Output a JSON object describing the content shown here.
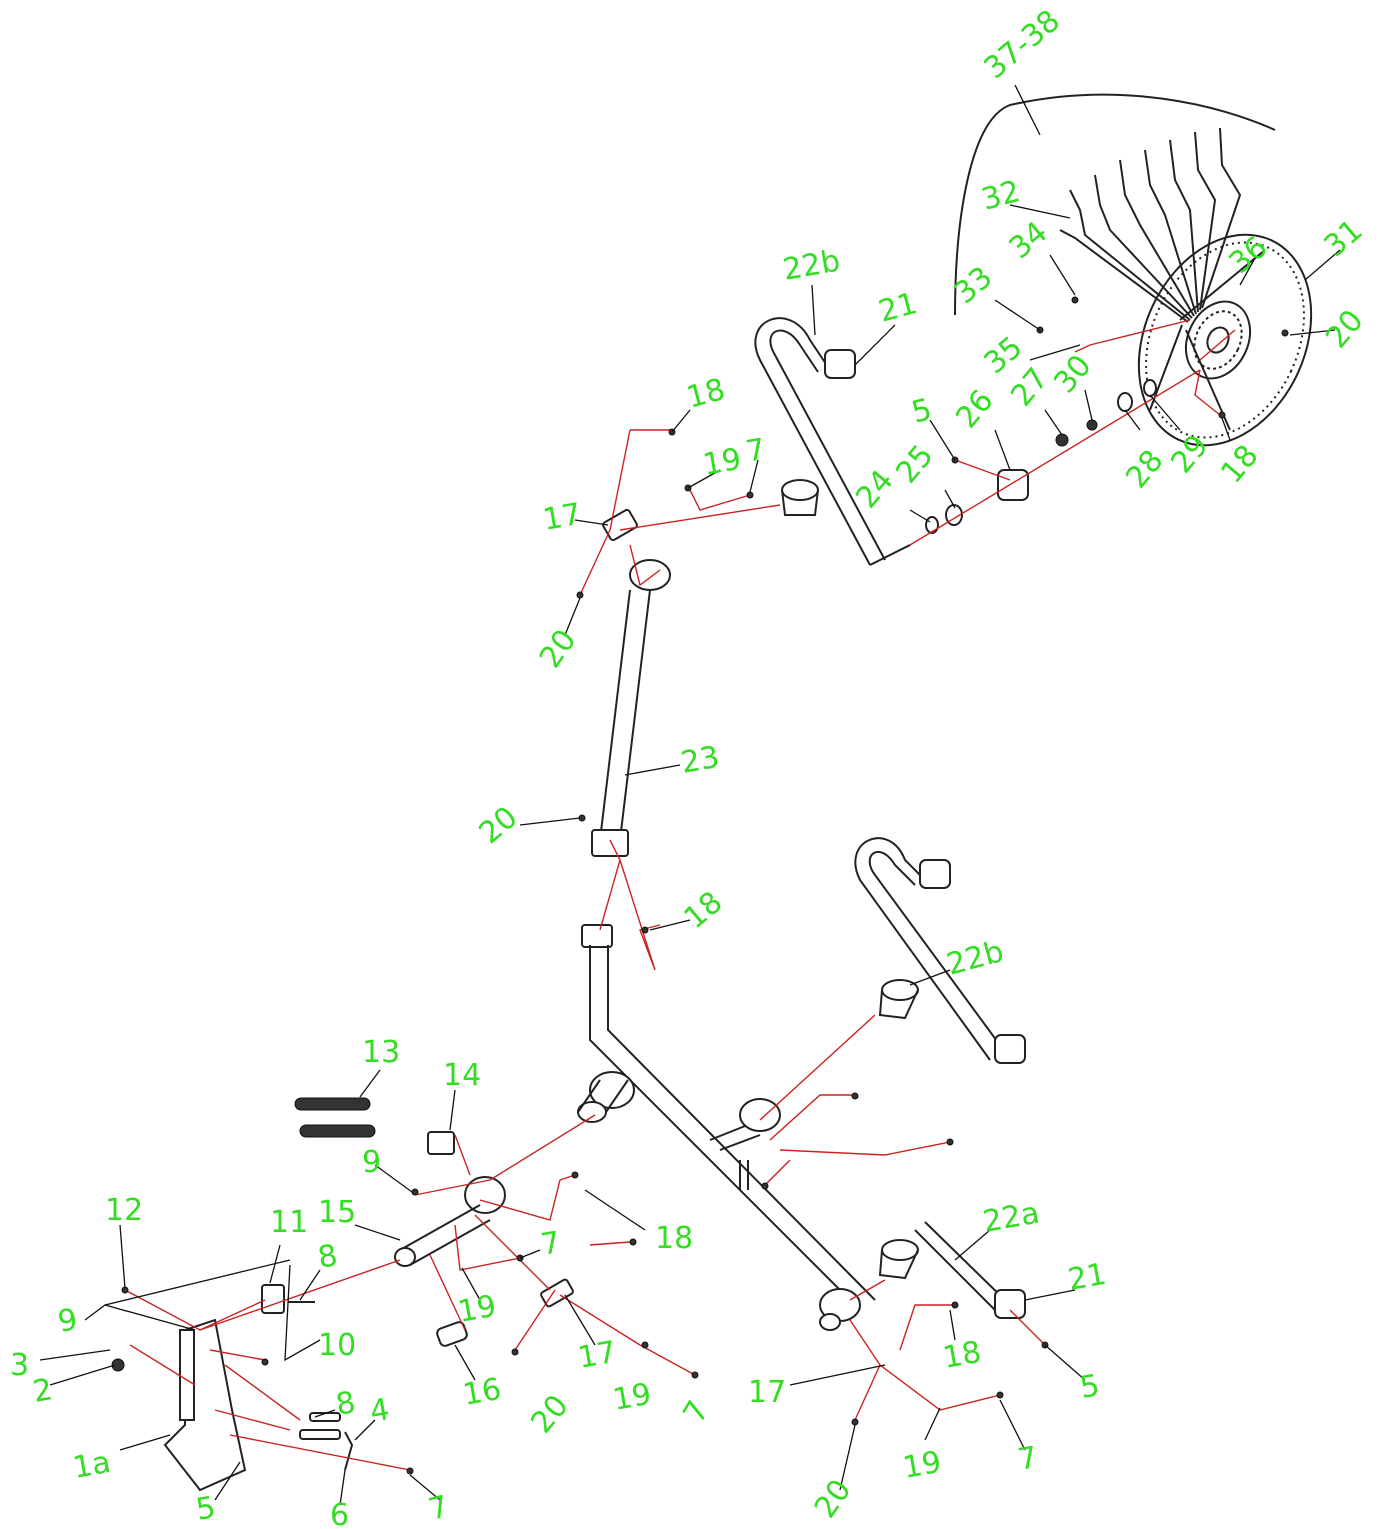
{
  "colors": {
    "callout": "#33dd22",
    "assembly_line": "#cc2222",
    "part_outline": "#222222"
  },
  "callouts": {
    "c37_38": "37-38",
    "c32": "32",
    "c34": "34",
    "c36": "36",
    "c31": "31",
    "c33": "33",
    "c35": "35",
    "c20_top": "20",
    "c22b_top": "22b",
    "c21_top": "21",
    "c18_top": "18",
    "c5_top": "5",
    "c26": "26",
    "c27": "27",
    "c30": "30",
    "c19_top": "19",
    "c7_top": "7",
    "c25": "25",
    "c24": "24",
    "c28": "28",
    "c29": "29",
    "c18_right": "18",
    "c17_top": "17",
    "c20_upper": "20",
    "c23": "23",
    "c20_mid": "20",
    "c18_mid": "18",
    "c22b_mid": "22b",
    "c13": "13",
    "c14": "14",
    "c9_mid": "9",
    "c15": "15",
    "c18_lower": "18",
    "c7_mid": "7",
    "c12": "12",
    "c11": "11",
    "c8_upper": "8",
    "c19_mid": "19",
    "c9_left": "9",
    "c10": "10",
    "c3": "3",
    "c2": "2",
    "c8_lower": "8",
    "c4": "4",
    "c16": "16",
    "c20_low": "20",
    "c17_mid": "17",
    "c19_low": "19",
    "c7_low": "7",
    "c1a": "1a",
    "c5_bottom": "5",
    "c6": "6",
    "c7_bottom": "7",
    "c22a": "22a",
    "c21_low": "21",
    "c18_low": "18",
    "c17_low": "17",
    "c5_right": "5",
    "c19_bottom": "19",
    "c7_right": "7",
    "c20_bottom": "20"
  }
}
